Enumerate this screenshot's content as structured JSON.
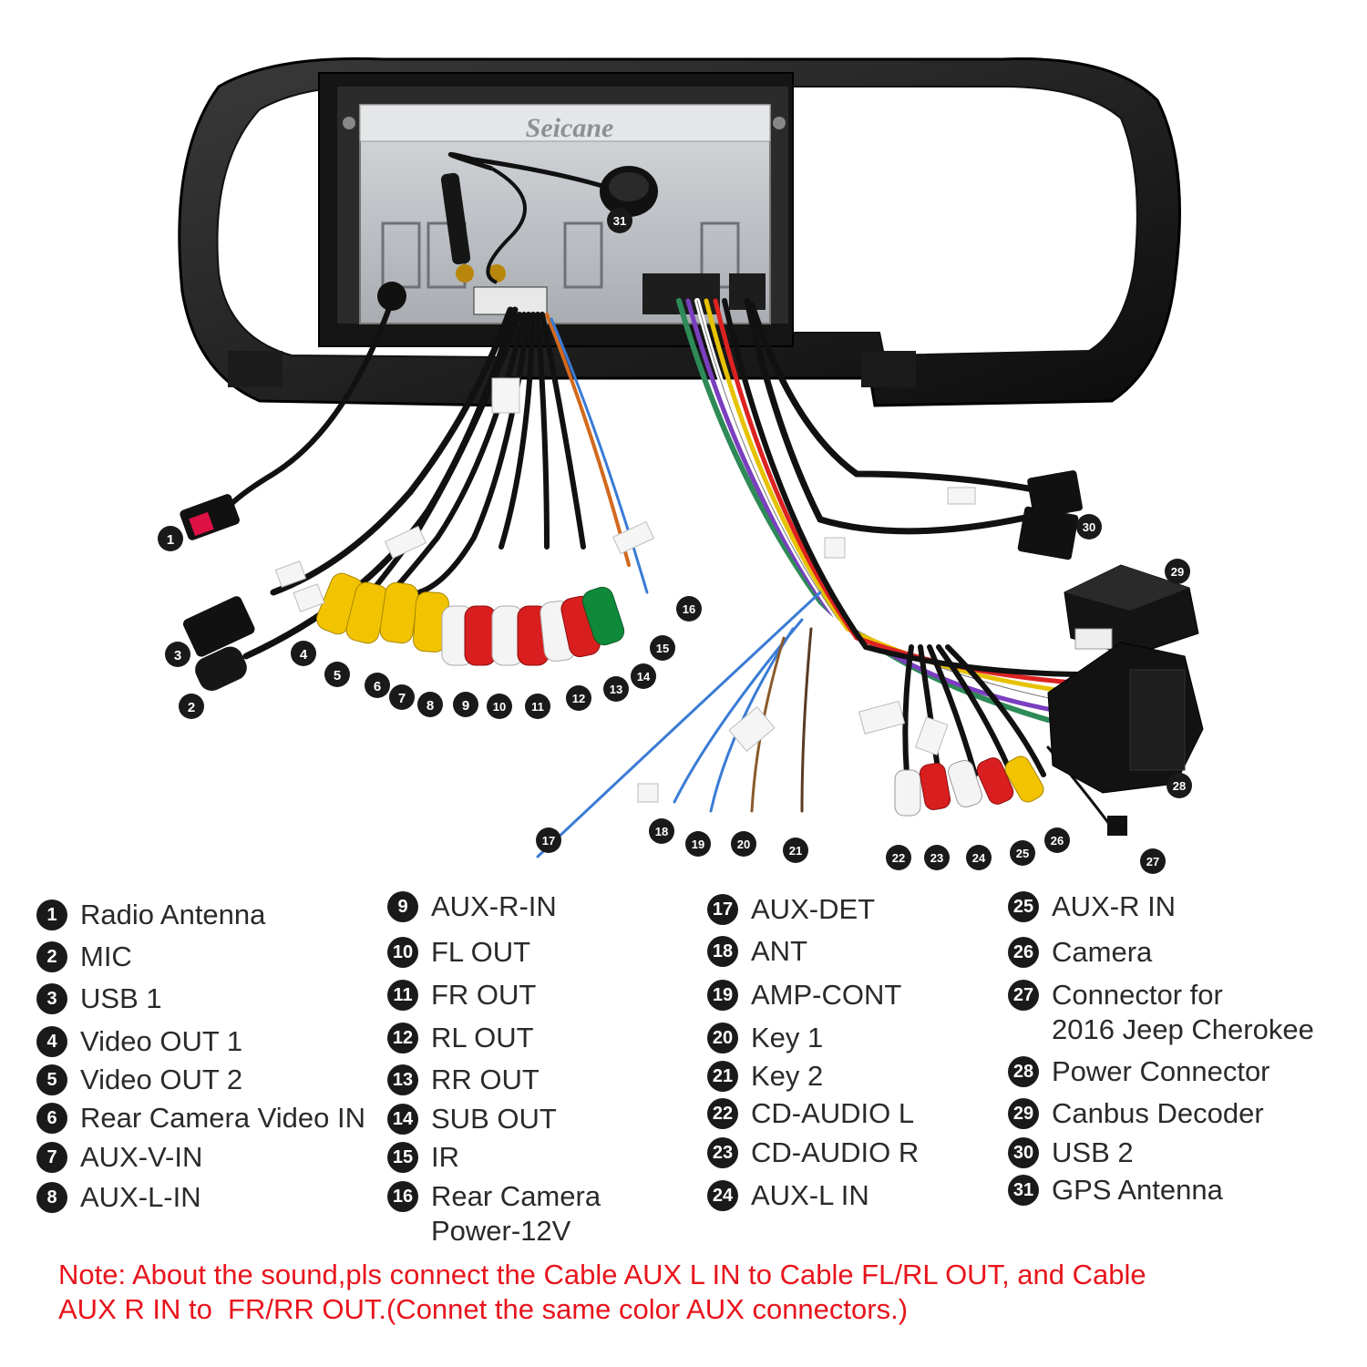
{
  "brand": "Seicane",
  "callouts": [
    "1",
    "2",
    "3",
    "4",
    "5",
    "6",
    "7",
    "8",
    "9",
    "10",
    "11",
    "12",
    "13",
    "14",
    "15",
    "16",
    "17",
    "18",
    "19",
    "20",
    "21",
    "22",
    "23",
    "24",
    "25",
    "26",
    "27",
    "28",
    "29",
    "30",
    "31"
  ],
  "legend": [
    {
      "num": "1",
      "label": "Radio Antenna"
    },
    {
      "num": "2",
      "label": "MIC"
    },
    {
      "num": "3",
      "label": "USB 1"
    },
    {
      "num": "4",
      "label": "Video OUT 1"
    },
    {
      "num": "5",
      "label": "Video OUT 2"
    },
    {
      "num": "6",
      "label": "Rear Camera Video IN"
    },
    {
      "num": "7",
      "label": "AUX-V-IN"
    },
    {
      "num": "8",
      "label": "AUX-L-IN"
    },
    {
      "num": "9",
      "label": "AUX-R-IN"
    },
    {
      "num": "10",
      "label": "FL OUT"
    },
    {
      "num": "11",
      "label": "FR OUT"
    },
    {
      "num": "12",
      "label": "RL OUT"
    },
    {
      "num": "13",
      "label": "RR OUT"
    },
    {
      "num": "14",
      "label": "SUB OUT"
    },
    {
      "num": "15",
      "label": "IR"
    },
    {
      "num": "16",
      "label": "Rear Camera\nPower-12V"
    },
    {
      "num": "17",
      "label": "AUX-DET"
    },
    {
      "num": "18",
      "label": "ANT"
    },
    {
      "num": "19",
      "label": "AMP-CONT"
    },
    {
      "num": "20",
      "label": "Key 1"
    },
    {
      "num": "21",
      "label": "Key 2"
    },
    {
      "num": "22",
      "label": "CD-AUDIO L"
    },
    {
      "num": "23",
      "label": "CD-AUDIO R"
    },
    {
      "num": "24",
      "label": "AUX-L IN"
    },
    {
      "num": "25",
      "label": "AUX-R IN"
    },
    {
      "num": "26",
      "label": "Camera"
    },
    {
      "num": "27",
      "label": "Connector for\n2016 Jeep Cherokee"
    },
    {
      "num": "28",
      "label": "Power Connector"
    },
    {
      "num": "29",
      "label": "Canbus Decoder"
    },
    {
      "num": "30",
      "label": "USB 2"
    },
    {
      "num": "31",
      "label": "GPS Antenna"
    }
  ],
  "note": {
    "line1": "Note: About the sound,pls connect the Cable AUX L IN to Cable FL/RL OUT, and Cable",
    "line2": "AUX R IN to  FR/RR OUT.(Connet the same color AUX connectors.)"
  }
}
